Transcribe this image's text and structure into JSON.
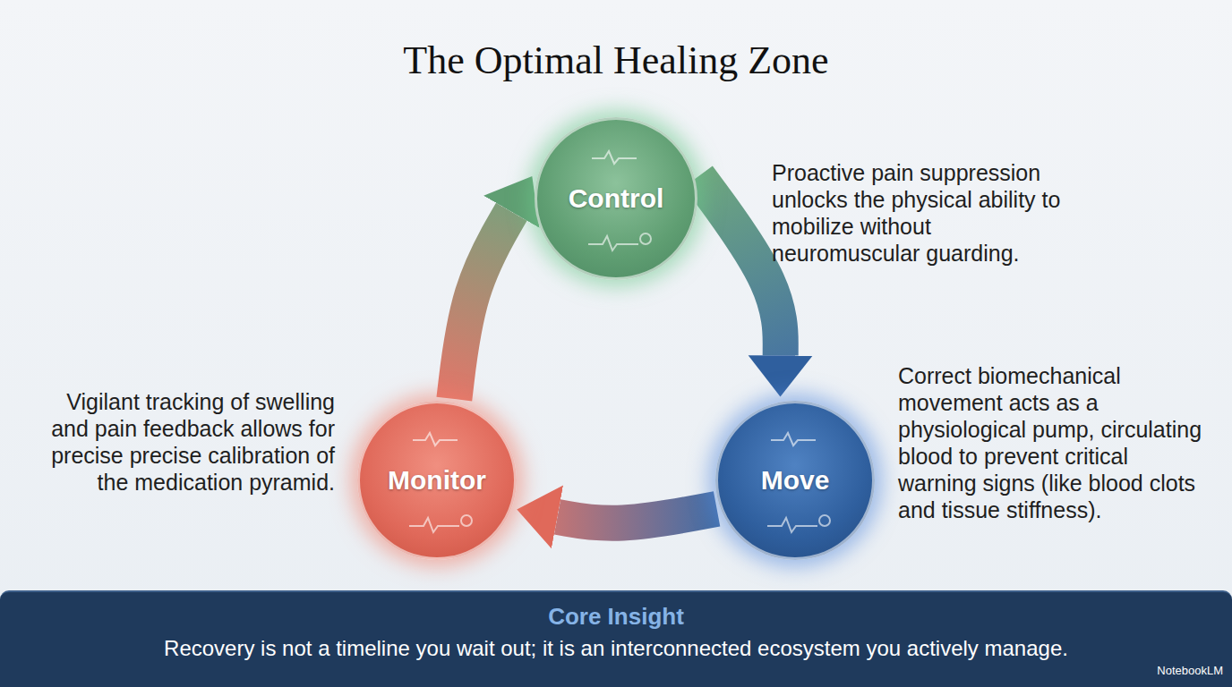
{
  "diagram": {
    "title": "The Optimal Healing Zone",
    "nodes": [
      {
        "text": [
          "Control"
        ]
      },
      {
        "text": [
          "Move"
        ]
      },
      {
        "text": [
          "Monitor"
        ]
      },
      {
        "text": [
          "Core Insight",
          "Recovery is not a timeline you wait out; it is an interconnected ecosystem you actively manage."
        ]
      }
    ],
    "edges": [
      {
        "from": 0,
        "to": 1,
        "arrow": "to"
      },
      {
        "from": 1,
        "to": 2,
        "arrow": "to"
      },
      {
        "from": 2,
        "to": 0,
        "arrow": "to"
      }
    ],
    "labels": [
      "Proactive pain suppression unlocks the physical ability to mobilize without neuromuscular guarding.",
      "Vigilant tracking of swelling and pain feedback allows for precise precise calibration of the medication pyramid.",
      "Correct biomechanical movement acts as a physiological pump, circulating blood to prevent critical warning signs (like blood clots and tissue stiffness).",
      "NotebookLM"
    ]
  }
}
